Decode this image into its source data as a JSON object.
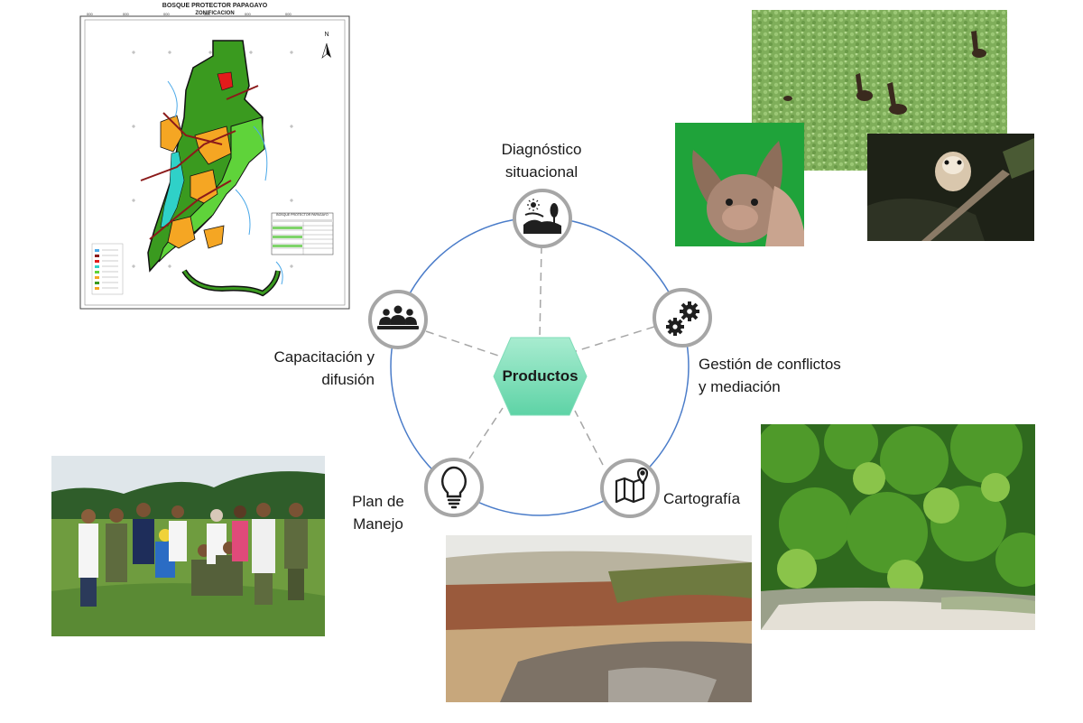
{
  "map": {
    "title": "BOSQUE PROTECTOR PAPAGAYO",
    "subtitle": "ZONIFICACION",
    "north": "N",
    "table_title": "BOSQUE PROTECTOR PAPAGAYO"
  },
  "center": {
    "label": "Productos"
  },
  "nodes": [
    {
      "id": "diagnostico",
      "label_lines": [
        "Diagnóstico",
        "situacional"
      ],
      "icon": "landscape-icon"
    },
    {
      "id": "gestion",
      "label_lines": [
        "Gestión de conflictos",
        "y mediación"
      ],
      "icon": "gears-icon"
    },
    {
      "id": "cartografia",
      "label_lines": [
        "Cartografía"
      ],
      "icon": "map-icon"
    },
    {
      "id": "plan",
      "label_lines": [
        "Plan de",
        "Manejo"
      ],
      "icon": "lightbulb-icon"
    },
    {
      "id": "capacitacion",
      "label_lines": [
        "Capacitación y",
        "difusión"
      ],
      "icon": "group-icon"
    }
  ],
  "colors": {
    "ring": "#4a7cc9",
    "node_border": "#a6a6a6",
    "icon_fill": "#1f1f1f",
    "hexagon_top": "#a8ecd0",
    "hexagon_bottom": "#5ed3a6",
    "connector": "#a6a6a6"
  }
}
